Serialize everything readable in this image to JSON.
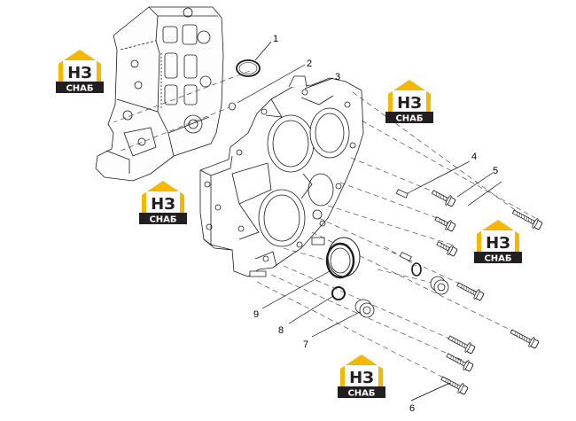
{
  "callouts": [
    {
      "id": "1",
      "label": "1"
    },
    {
      "id": "2",
      "label": "2"
    },
    {
      "id": "3",
      "label": "3"
    },
    {
      "id": "4",
      "label": "4"
    },
    {
      "id": "5",
      "label": "5"
    },
    {
      "id": "6",
      "label": "6"
    },
    {
      "id": "7",
      "label": "7"
    },
    {
      "id": "8",
      "label": "8"
    },
    {
      "id": "9",
      "label": "9"
    }
  ],
  "watermark": {
    "letters": "НЗ",
    "caption": "СНАБ",
    "colors": {
      "gold": "#f5b700",
      "dark": "#231f20",
      "white": "#ffffff"
    }
  },
  "line_color": "#1a1a1a"
}
